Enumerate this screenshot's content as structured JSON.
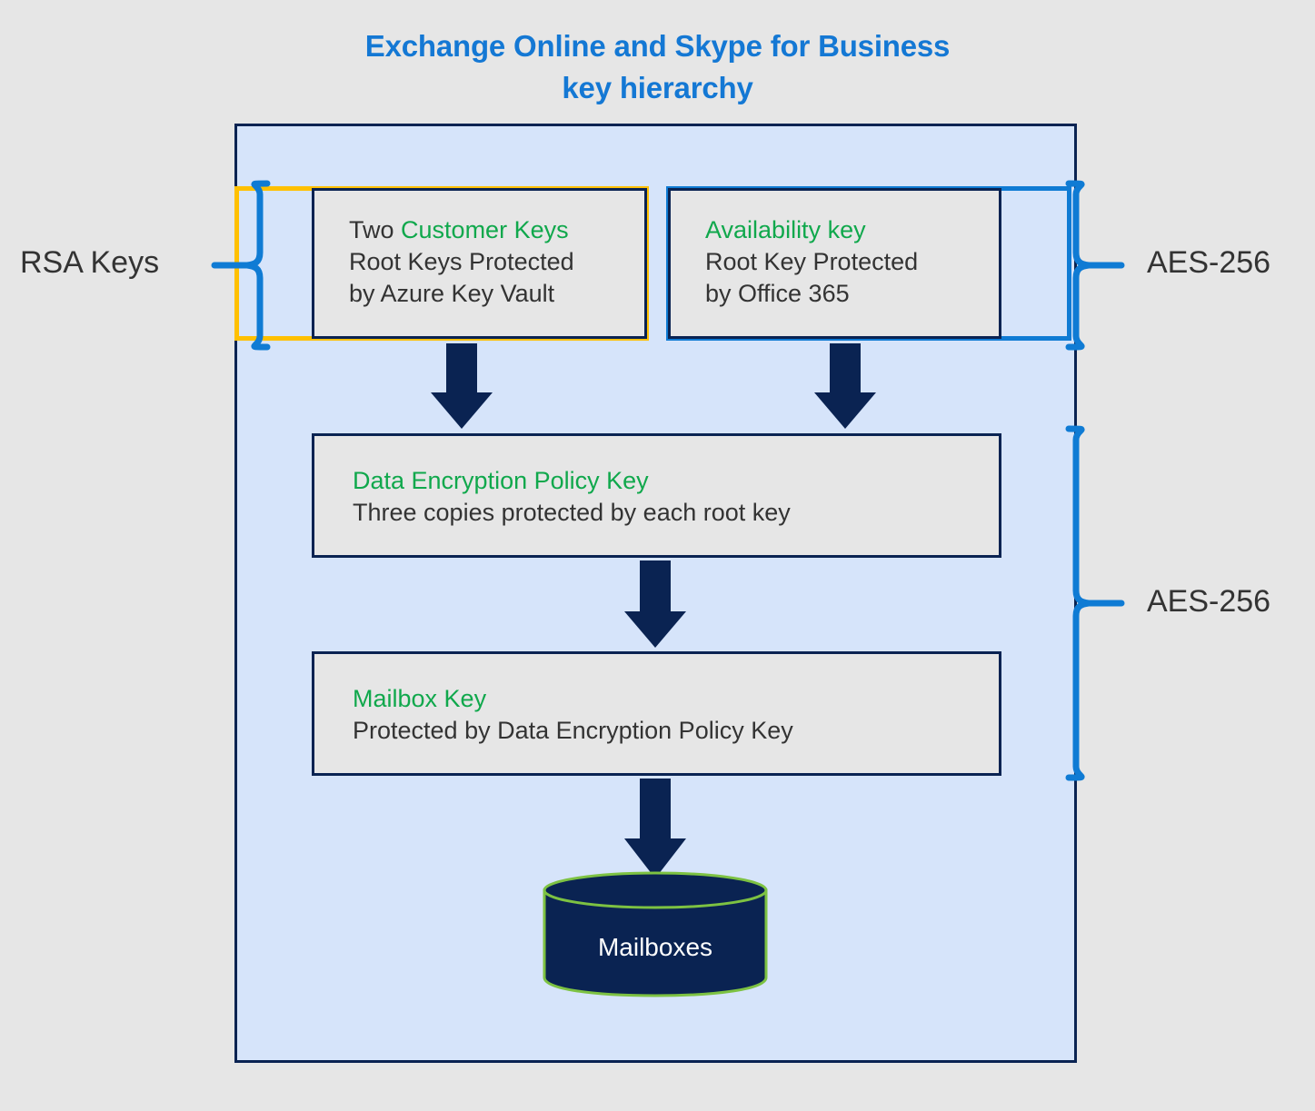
{
  "title": {
    "line1": "Exchange Online and Skype for Business",
    "line2": "key hierarchy"
  },
  "colors": {
    "page_background": "#E6E6E6",
    "container_fill": "#D6E4FA",
    "container_border": "#0A2352",
    "box_fill": "#E6E6E6",
    "box_border": "#0A2352",
    "title_blue": "#1478D4",
    "accent_green": "#10A84C",
    "frame_orange": "#FFC000",
    "frame_blue": "#0F7BD4",
    "brace_blue": "#0F7BD4",
    "arrow_navy": "#0A2352",
    "cylinder_fill": "#0A2352",
    "cylinder_stroke": "#7DC242",
    "text_dark": "#333333"
  },
  "side_labels": {
    "rsa": "RSA Keys",
    "aes_top": "AES-256",
    "aes_bottom": "AES-256"
  },
  "boxes": {
    "customer_keys": {
      "prefix": "Two ",
      "highlight": "Customer Keys",
      "line2": "Root Keys Protected",
      "line3": "by Azure Key Vault"
    },
    "availability_key": {
      "highlight": "Availability key",
      "line2": "Root Key Protected",
      "line3": "by Office 365"
    },
    "data_encryption_policy_key": {
      "highlight": "Data Encryption Policy Key",
      "line2": "Three copies protected by each root key"
    },
    "mailbox_key": {
      "highlight": "Mailbox Key",
      "line2": "Protected by Data Encryption Policy Key"
    },
    "mailboxes": {
      "label": "Mailboxes"
    }
  },
  "icons": {
    "arrow_down_1": "arrow-down-icon",
    "arrow_down_2": "arrow-down-icon",
    "arrow_down_3": "arrow-down-icon",
    "arrow_down_4": "arrow-down-icon",
    "brace_left": "curly-brace-left-icon",
    "brace_right_top": "curly-brace-right-icon",
    "brace_right_bottom": "curly-brace-right-icon",
    "database": "database-cylinder-icon"
  }
}
